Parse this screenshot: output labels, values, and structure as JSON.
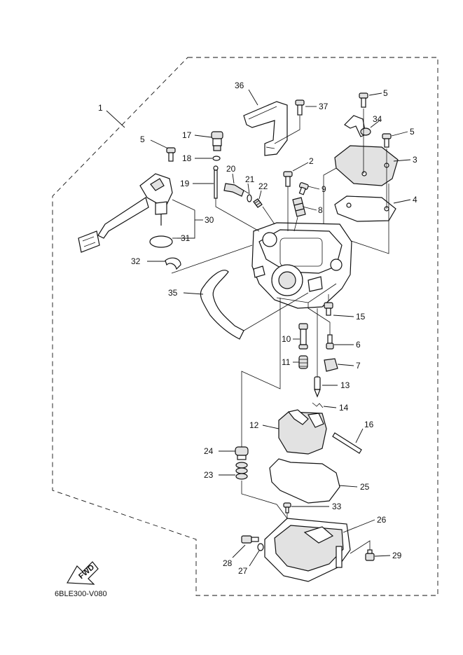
{
  "diagram": {
    "code": "6BLE300-V080",
    "fwd_label": "FWD",
    "labels": {
      "p1": "1",
      "p2": "2",
      "p3": "3",
      "p4": "4",
      "p5a": "5",
      "p5b": "5",
      "p5c": "5",
      "p6": "6",
      "p7": "7",
      "p8": "8",
      "p9": "9",
      "p10": "10",
      "p11": "11",
      "p12": "12",
      "p13": "13",
      "p14": "14",
      "p15": "15",
      "p16": "16",
      "p17": "17",
      "p18": "18",
      "p19": "19",
      "p20": "20",
      "p21": "21",
      "p22": "22",
      "p23": "23",
      "p24": "24",
      "p25": "25",
      "p26": "26",
      "p27": "27",
      "p28": "28",
      "p29": "29",
      "p30": "30",
      "p31": "31",
      "p32": "32",
      "p33": "33",
      "p34": "34",
      "p35": "35",
      "p36": "36",
      "p37": "37"
    }
  }
}
